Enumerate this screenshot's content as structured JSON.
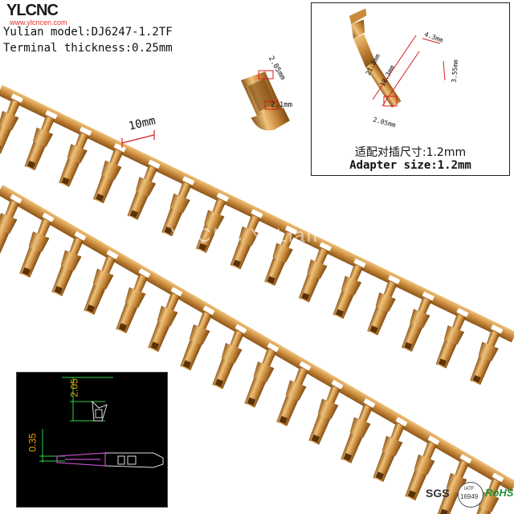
{
  "brand": {
    "logo_text": "YLCNC",
    "website": "www.ylcncen.com"
  },
  "specs": {
    "model_line": "Yulian model:DJ6247-1.2TF",
    "thickness_line": "Terminal thickness:0.25mm"
  },
  "photo_dimensions": {
    "pitch": "10mm",
    "crimp_width": "2.05mm",
    "crimp_height": "2.1mm"
  },
  "detail_inset": {
    "total_length": "21.8mm",
    "body_length": "18.3mm",
    "tab_width": "4.3mm",
    "tab_height": "3.55mm",
    "body_width": "2.05mm",
    "adapter_cn": "适配对插尺寸:1.2mm",
    "adapter_en": "Adapter size:1.2mm"
  },
  "cad_drawing": {
    "dim_top": "2.05",
    "dim_side": "0.35"
  },
  "watermark": "YLCNC YuLian",
  "certifications": {
    "sgs": "SGS",
    "iatf_label": "IATF",
    "iatf_number": "16949",
    "rohs": "RoHS"
  },
  "colors": {
    "terminal_gold": "#c98a3c",
    "terminal_dark": "#8a5418",
    "terminal_light": "#efc27a",
    "dimension_red": "#d81e1e",
    "cad_yellow": "#e8a800",
    "cad_green": "#2fd04a",
    "cad_magenta": "#c050c8"
  }
}
